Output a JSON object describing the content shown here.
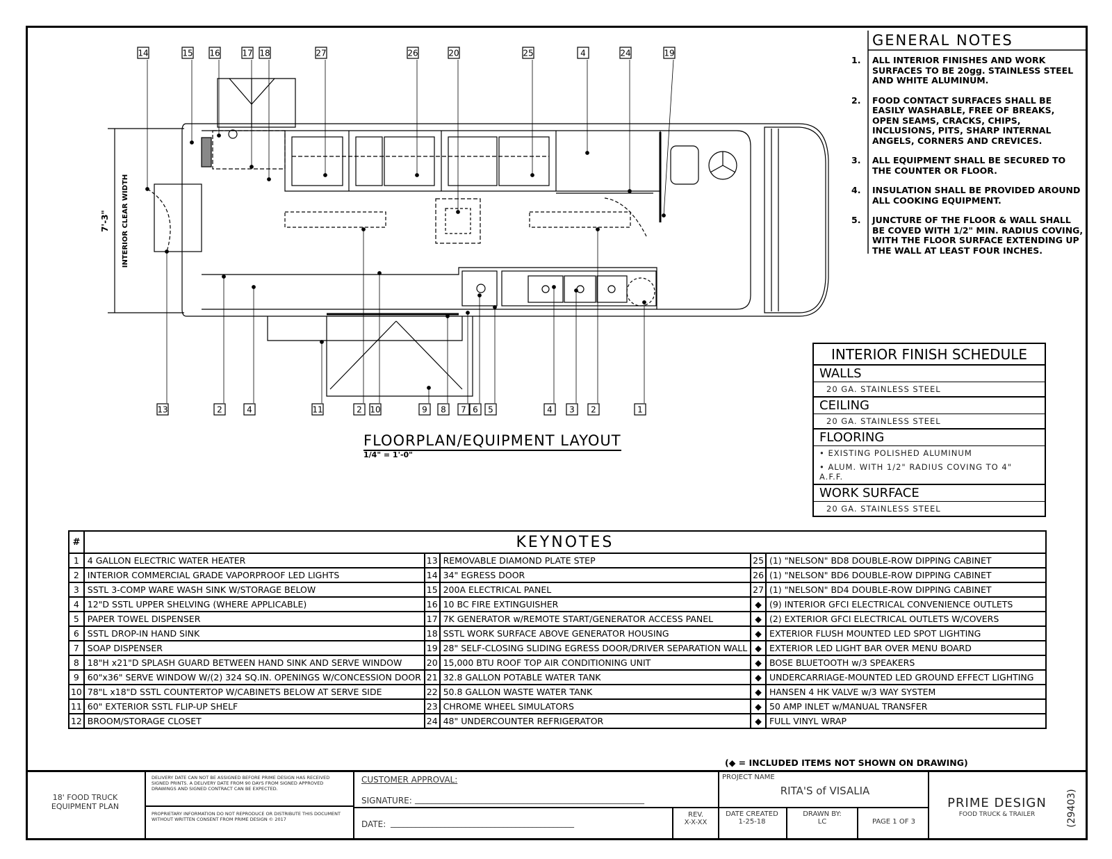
{
  "general_notes": {
    "title": "GENERAL NOTES",
    "items": [
      {
        "num": "1.",
        "text": "ALL INTERIOR FINISHES AND WORK SURFACES TO BE 20gg. STAINLESS STEEL AND WHITE ALUMINUM."
      },
      {
        "num": "2.",
        "text": "FOOD CONTACT SURFACES SHALL BE EASILY WASHABLE, FREE OF BREAKS, OPEN SEAMS, CRACKS, CHIPS, INCLUSIONS, PITS, SHARP INTERNAL ANGELS, CORNERS AND CREVICES."
      },
      {
        "num": "3.",
        "text": "ALL EQUIPMENT SHALL BE SECURED TO THE COUNTER OR FLOOR."
      },
      {
        "num": "4.",
        "text": "INSULATION SHALL BE PROVIDED AROUND ALL COOKING EQUIPMENT."
      },
      {
        "num": "5.",
        "text": "JUNCTURE OF THE FLOOR & WALL SHALL BE COVED WITH 1/2\" MIN. RADIUS COVING, WITH THE FLOOR SURFACE EXTENDING UP THE WALL AT LEAST FOUR INCHES."
      }
    ]
  },
  "finish_schedule": {
    "title": "INTERIOR FINISH SCHEDULE",
    "walls": {
      "label": "WALLS",
      "value": "20 GA. STAINLESS STEEL"
    },
    "ceiling": {
      "label": "CEILING",
      "value": "20 GA. STAINLESS STEEL"
    },
    "flooring": {
      "label": "FLOORING",
      "value1": "• EXISTING POLISHED ALUMINUM",
      "value2": "• ALUM. WITH 1/2\" RADIUS COVING TO 4\" A.F.F."
    },
    "work_surface": {
      "label": "WORK SURFACE",
      "value": "20 GA. STAINLESS STEEL"
    }
  },
  "floorplan": {
    "title": "FLOORPLAN/EQUIPMENT LAYOUT",
    "scale": "1/4\" = 1'-0\"",
    "dimension": "7'-3\"",
    "dimension_label": "INTERIOR CLEAR WIDTH",
    "top_tags": [
      "14",
      "15",
      "16",
      "17",
      "18",
      "27",
      "26",
      "20",
      "25",
      "4",
      "24",
      "19"
    ],
    "bottom_tags": [
      "13",
      "2",
      "4",
      "11",
      "2",
      "10",
      "9",
      "8",
      "7",
      "6",
      "5",
      "4",
      "3",
      "2",
      "1"
    ]
  },
  "keynotes": {
    "title": "KEYNOTES",
    "hash": "#",
    "col1": [
      {
        "n": "1",
        "t": "4 GALLON ELECTRIC WATER HEATER"
      },
      {
        "n": "2",
        "t": "INTERIOR COMMERCIAL GRADE VAPORPROOF LED LIGHTS"
      },
      {
        "n": "3",
        "t": "SSTL 3-COMP WARE WASH SINK W/STORAGE BELOW"
      },
      {
        "n": "4",
        "t": "12\"D SSTL UPPER SHELVING (WHERE APPLICABLE)"
      },
      {
        "n": "5",
        "t": "PAPER TOWEL DISPENSER"
      },
      {
        "n": "6",
        "t": "SSTL DROP-IN HAND SINK"
      },
      {
        "n": "7",
        "t": "SOAP DISPENSER"
      },
      {
        "n": "8",
        "t": "18\"H x21\"D SPLASH GUARD BETWEEN HAND SINK AND SERVE WINDOW"
      },
      {
        "n": "9",
        "t": "60\"x36\" SERVE WINDOW W/(2) 324 SQ.IN. OPENINGS W/CONCESSION DOOR"
      },
      {
        "n": "10",
        "t": "78\"L x18\"D SSTL COUNTERTOP W/CABINETS BELOW AT SERVE SIDE"
      },
      {
        "n": "11",
        "t": "60\" EXTERIOR SSTL FLIP-UP SHELF"
      },
      {
        "n": "12",
        "t": "BROOM/STORAGE CLOSET"
      }
    ],
    "col2": [
      {
        "n": "13",
        "t": "REMOVABLE DIAMOND PLATE STEP"
      },
      {
        "n": "14",
        "t": "34\" EGRESS DOOR"
      },
      {
        "n": "15",
        "t": "200A ELECTRICAL PANEL"
      },
      {
        "n": "16",
        "t": "10 BC FIRE EXTINGUISHER"
      },
      {
        "n": "17",
        "t": "7K GENERATOR w/REMOTE START/GENERATOR ACCESS PANEL"
      },
      {
        "n": "18",
        "t": "SSTL WORK SURFACE ABOVE GENERATOR HOUSING"
      },
      {
        "n": "19",
        "t": "28\" SELF-CLOSING SLIDING EGRESS DOOR/DRIVER SEPARATION WALL"
      },
      {
        "n": "20",
        "t": "15,000 BTU ROOF TOP AIR CONDITIONING UNIT"
      },
      {
        "n": "21",
        "t": "32.8 GALLON POTABLE WATER TANK"
      },
      {
        "n": "22",
        "t": "50.8 GALLON WASTE WATER TANK"
      },
      {
        "n": "23",
        "t": "CHROME WHEEL SIMULATORS"
      },
      {
        "n": "24",
        "t": "48\" UNDERCOUNTER REFRIGERATOR"
      }
    ],
    "col3": [
      {
        "n": "25",
        "t": "(1) \"NELSON\" BD8 DOUBLE-ROW DIPPING CABINET"
      },
      {
        "n": "26",
        "t": "(1) \"NELSON\" BD6 DOUBLE-ROW DIPPING CABINET"
      },
      {
        "n": "27",
        "t": "(1) \"NELSON\" BD4 DOUBLE-ROW DIPPING CABINET"
      },
      {
        "n": "◆",
        "t": "(9) INTERIOR GFCI ELECTRICAL CONVENIENCE OUTLETS"
      },
      {
        "n": "◆",
        "t": "(2) EXTERIOR GFCI ELECTRICAL OUTLETS W/COVERS"
      },
      {
        "n": "◆",
        "t": "EXTERIOR FLUSH MOUNTED LED SPOT LIGHTING"
      },
      {
        "n": "◆",
        "t": "EXTERIOR LED LIGHT BAR OVER MENU BOARD"
      },
      {
        "n": "◆",
        "t": "BOSE BLUETOOTH w/3 SPEAKERS"
      },
      {
        "n": "◆",
        "t": "UNDERCARRIAGE-MOUNTED LED GROUND EFFECT LIGHTING"
      },
      {
        "n": "◆",
        "t": "HANSEN 4 HK VALVE w/3 WAY SYSTEM"
      },
      {
        "n": "◆",
        "t": "50 AMP INLET w/MANUAL TRANSFER"
      },
      {
        "n": "◆",
        "t": "FULL VINYL WRAP"
      }
    ],
    "legend": "(◆ =  INCLUDED ITEMS NOT SHOWN ON DRAWING)"
  },
  "title_block": {
    "sheet_name_1": "18' FOOD TRUCK",
    "sheet_name_2": "EQUIPMENT PLAN",
    "delivery_note": "DELIVERY DATE CAN NOT BE ASSIGNED BEFORE PRIME DESIGN HAS RECEIVED SIGNED PRINTS. A DELIVERY DATE FROM 90 DAYS FROM SIGNED APPROVED DRAWINGS AND SIGNED CONTRACT CAN BE EXPECTED.",
    "proprietary_note": "PROPRIETARY INFORMATION DO NOT REPRODUCE OR DISTRIBUTE THIS DOCUMENT WITHOUT WRITTEN CONSENT FROM PRIME DESIGN © 2017",
    "customer_approval": "CUSTOMER APPROVAL:",
    "signature_label": "SIGNATURE:",
    "signature_line": "_______________________________________________________",
    "date_label": "DATE:",
    "date_line": "____________________________________________",
    "rev_label": "REV.",
    "rev_value": "X-X-XX",
    "project_name_label": "PROJECT NAME",
    "project_name": "RITA'S of VISALIA",
    "date_created_label": "DATE CREATED",
    "date_created": "1-25-18",
    "drawn_by_label": "DRAWN BY:",
    "drawn_by": "LC",
    "page": "PAGE 1 OF 3",
    "company": "PRIME DESIGN",
    "company_sub": "FOOD TRUCK & TRAILER",
    "job_number": "(29403)"
  }
}
